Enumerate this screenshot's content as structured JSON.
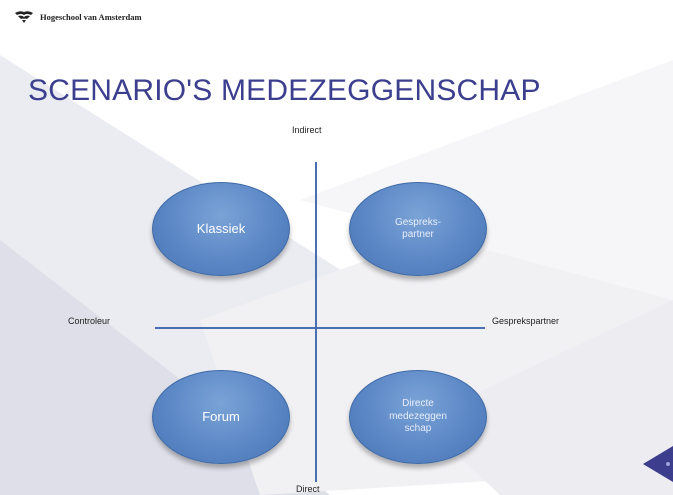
{
  "logo": {
    "text": "Hogeschool van Amsterdam",
    "icon": "hva-logo-icon"
  },
  "title": "SCENARIO'S MEDEZEGGENSCHAP",
  "axes": {
    "top": "Indirect",
    "bottom": "Direct",
    "left": "Controleur",
    "right": "Gesprekspartner"
  },
  "quadrants": {
    "top_left": "Klassiek",
    "top_right": [
      "Gespreks-",
      "partner"
    ],
    "bottom_left": "Forum",
    "bottom_right": [
      "Directe",
      "medezeggen",
      "schap"
    ]
  },
  "colors": {
    "title": "#3b3f8e",
    "ellipse": "#5b87c6",
    "axis_line": "#4a6fb0",
    "corner_triangle": "#3c3d8c"
  }
}
